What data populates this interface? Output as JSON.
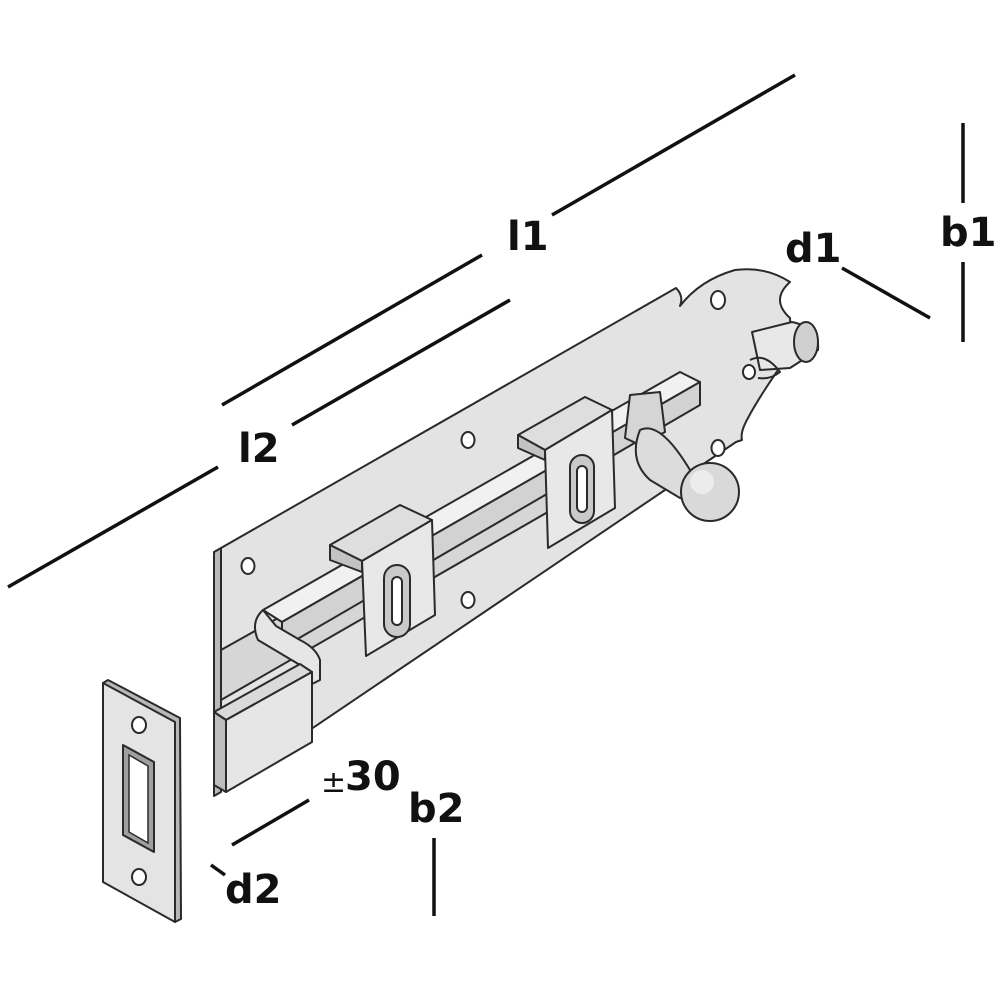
{
  "dimensions": {
    "l1": "l1",
    "l2": "l2",
    "b1": "b1",
    "b2": "b2",
    "d1": "d1",
    "d2": "d2",
    "tolerance_sign": "±",
    "tolerance_value": "30"
  },
  "colors": {
    "metal_light": "#e4e4e4",
    "metal_mid": "#cfcfcf",
    "metal_dark": "#a9a9a9",
    "outline": "#2a2a2a",
    "dimension": "#111111"
  }
}
